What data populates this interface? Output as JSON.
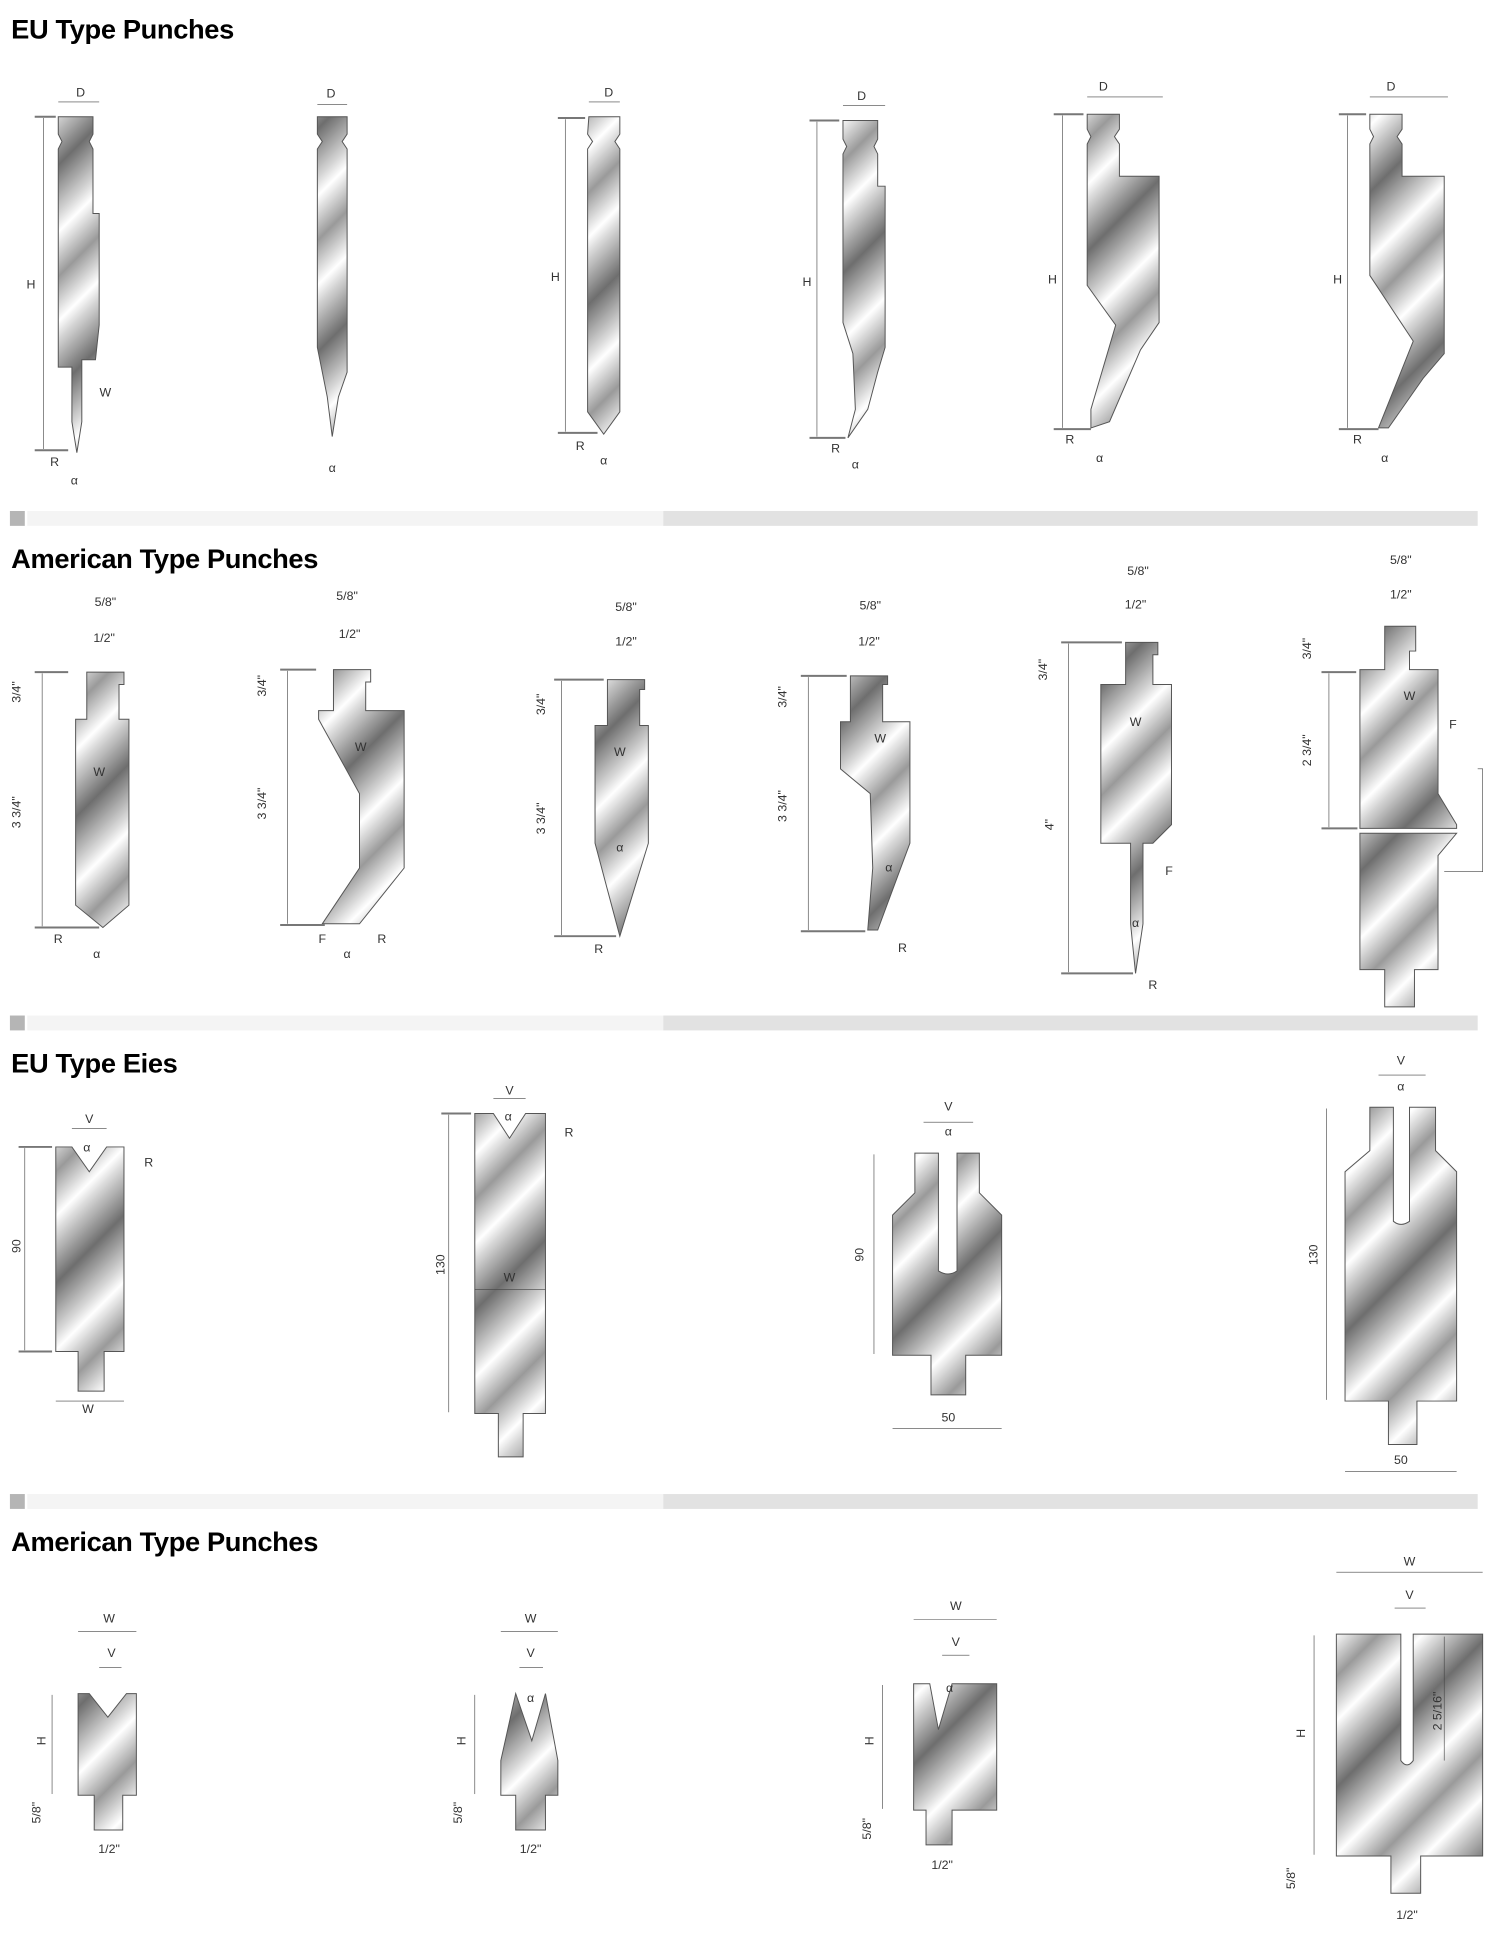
{
  "sections": [
    {
      "title": "EU Type Punches",
      "drawings": [
        {
          "labels": [
            "D",
            "H",
            "W",
            "R",
            "α"
          ]
        },
        {
          "labels": [
            "D",
            "α"
          ]
        },
        {
          "labels": [
            "D",
            "H",
            "R",
            "α"
          ]
        },
        {
          "labels": [
            "D",
            "H",
            "R",
            "α"
          ]
        },
        {
          "labels": [
            "D",
            "H",
            "R",
            "α"
          ]
        },
        {
          "labels": [
            "D",
            "H",
            "R",
            "α"
          ]
        }
      ]
    },
    {
      "title": "American Type Punches",
      "drawings": [
        {
          "labels": [
            "5/8\"",
            "1/2\"",
            "3/4\"",
            "3 3/4\"",
            "W",
            "R",
            "α"
          ]
        },
        {
          "labels": [
            "5/8\"",
            "1/2\"",
            "3/4\"",
            "3 3/4\"",
            "W",
            "F",
            "α",
            "R"
          ]
        },
        {
          "labels": [
            "5/8\"",
            "1/2\"",
            "3/4\"",
            "3 3/4\"",
            "W",
            "α",
            "R"
          ]
        },
        {
          "labels": [
            "5/8\"",
            "1/2\"",
            "3/4\"",
            "3 3/4\"",
            "W",
            "α",
            "R"
          ]
        },
        {
          "labels": [
            "5/8\"",
            "1/2\"",
            "3/4\"",
            "4\"",
            "W",
            "F",
            "α",
            "R"
          ]
        },
        {
          "labels": [
            "5/8\"",
            "1/2\"",
            "3/4\"",
            "2 3/4\"",
            "W",
            "F"
          ]
        }
      ]
    },
    {
      "title": "EU Type Eies",
      "drawings": [
        {
          "labels": [
            "V",
            "α",
            "R",
            "90",
            "W"
          ]
        },
        {
          "labels": [
            "V",
            "α",
            "R",
            "130",
            "W"
          ]
        },
        {
          "labels": [
            "V",
            "α",
            "90",
            "50"
          ]
        },
        {
          "labels": [
            "V",
            "α",
            "130",
            "50"
          ]
        }
      ]
    },
    {
      "title": "American Type Punches",
      "drawings": [
        {
          "labels": [
            "W",
            "V",
            "H",
            "5/8\"",
            "1/2\""
          ]
        },
        {
          "labels": [
            "W",
            "V",
            "α",
            "H",
            "5/8\"",
            "1/2\""
          ]
        },
        {
          "labels": [
            "W",
            "V",
            "α",
            "H",
            "5/8\"",
            "1/2\""
          ]
        },
        {
          "labels": [
            "W",
            "V",
            "2 5/16\"",
            "H",
            "5/8\"",
            "1/2\""
          ]
        }
      ]
    }
  ],
  "colors": {
    "divider_light": "#f4f4f4",
    "divider_dark": "#e2e2e2",
    "divider_marker": "#b5b5b5"
  }
}
